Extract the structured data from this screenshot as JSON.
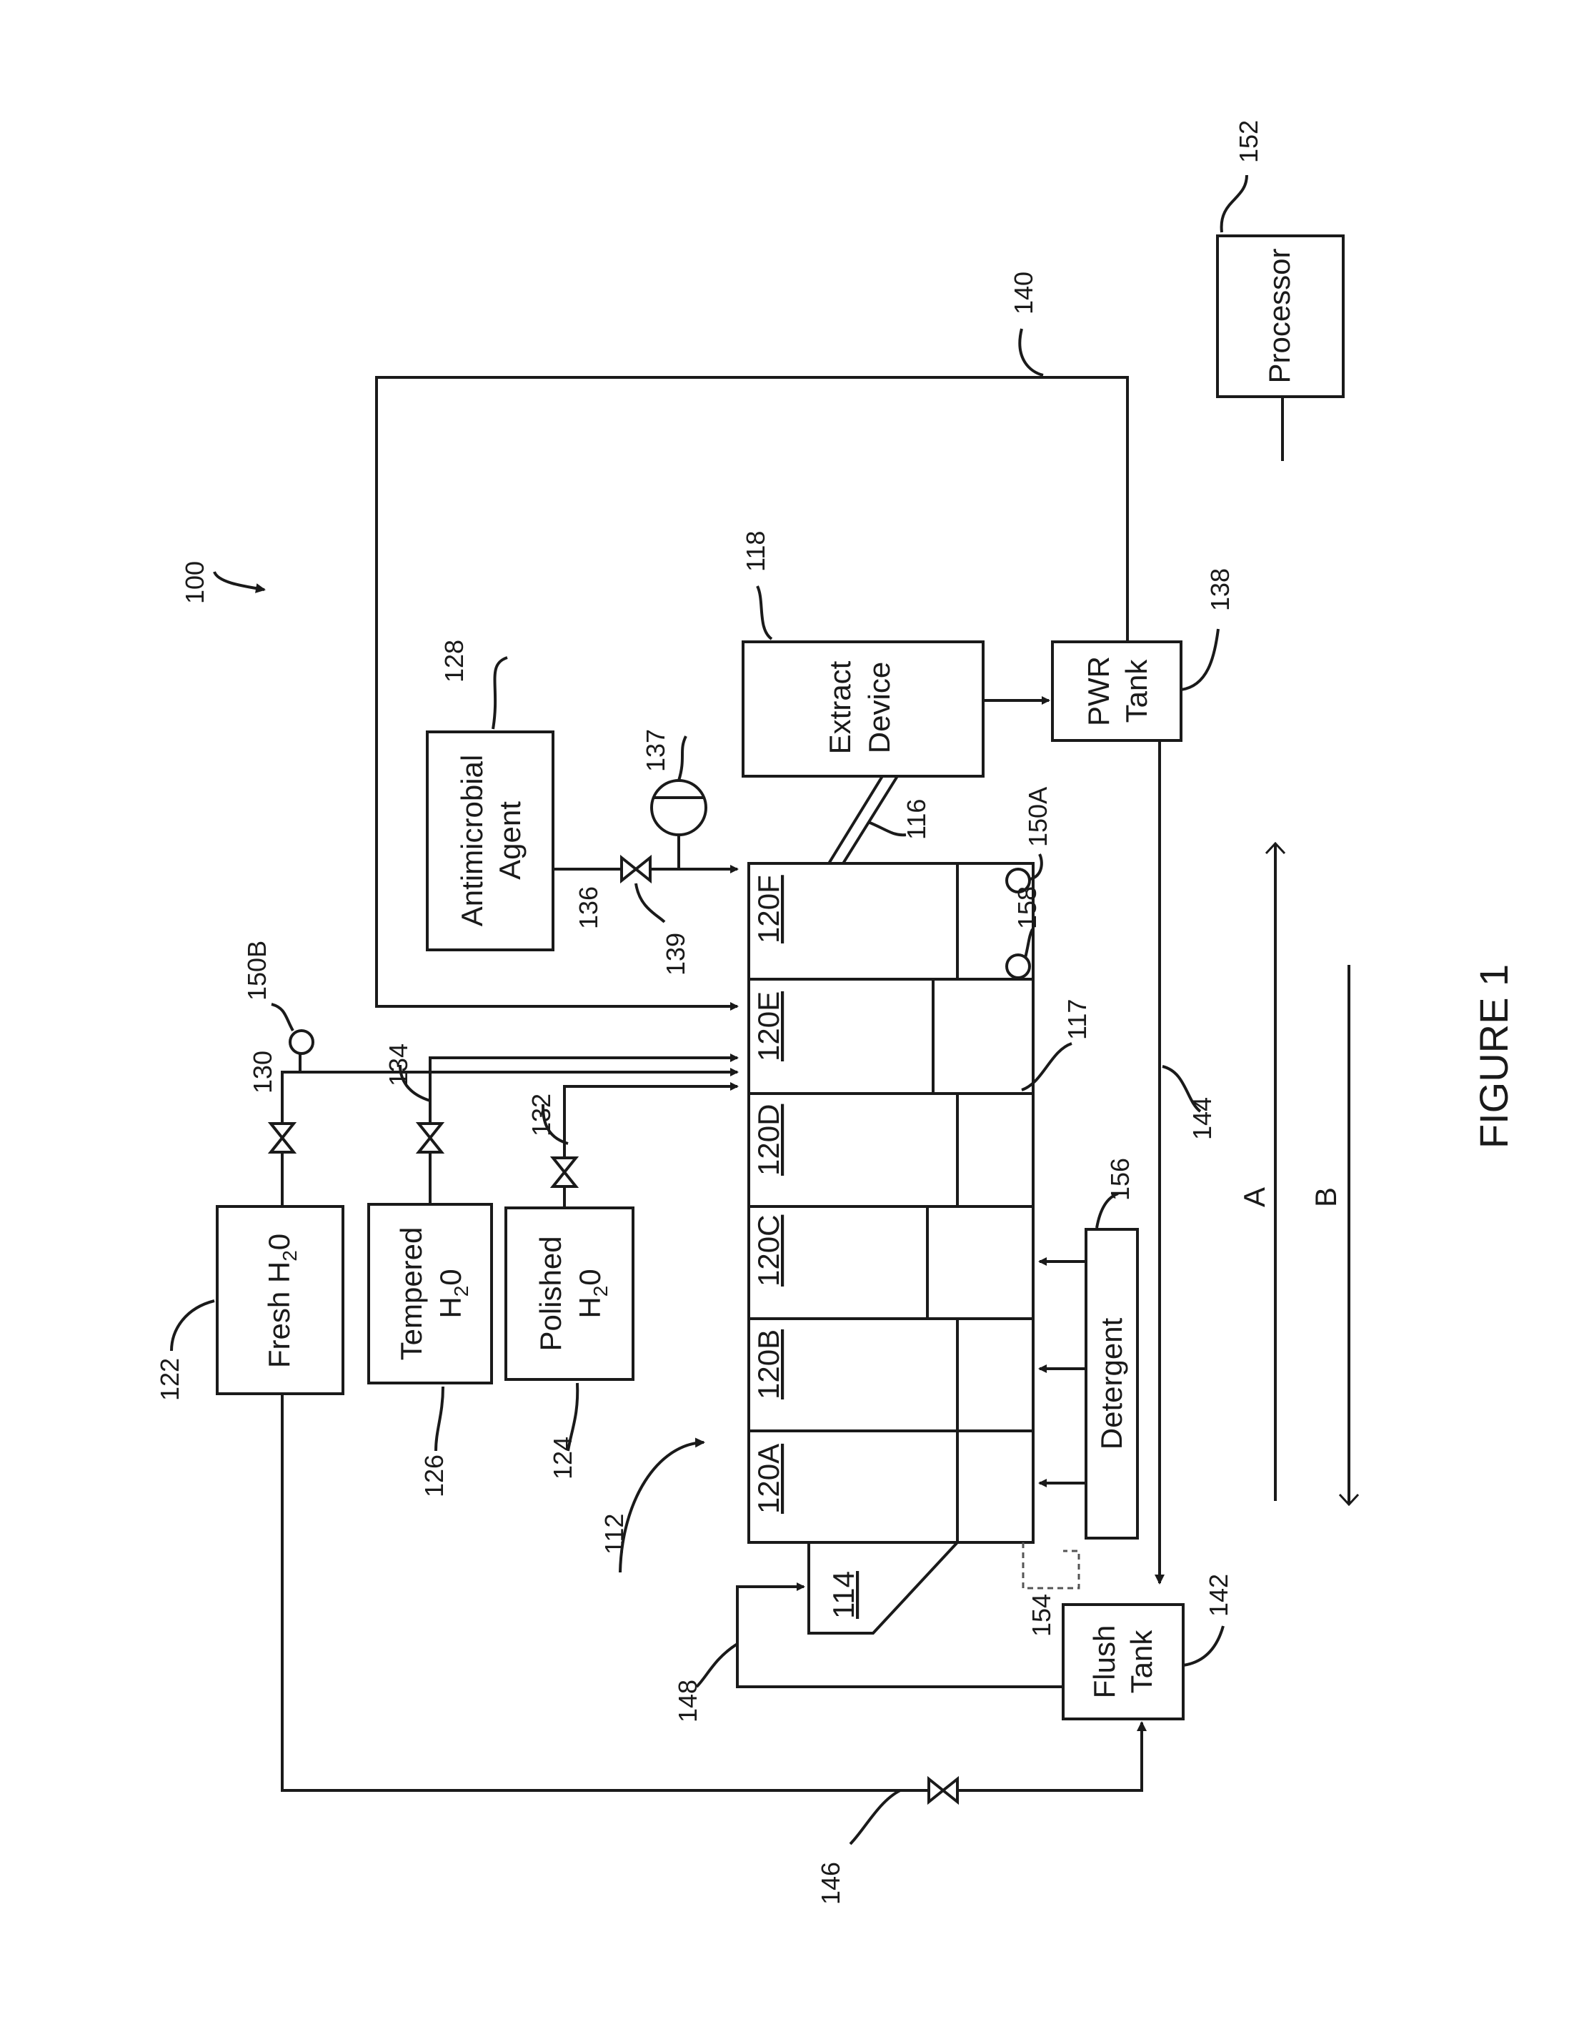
{
  "figure_number": "100",
  "figure_title": "FIGURE 1",
  "processor": {
    "ref": "152",
    "label": "Processor"
  },
  "antimicrobial": {
    "ref": "128",
    "line1": "Antimicrobial",
    "line2": "Agent"
  },
  "extract_device": {
    "ref": "118",
    "line1": "Extract",
    "line2": "Device"
  },
  "pwr_tank": {
    "ref": "138",
    "line1": "PWR",
    "line2": "Tank"
  },
  "flush_tank": {
    "ref": "142",
    "line1": "Flush",
    "line2": "Tank"
  },
  "fresh_water": {
    "ref": "122",
    "label": "Fresh H",
    "sub": "2",
    "tail": "0"
  },
  "tempered_water": {
    "ref": "126",
    "line1": "Tempered",
    "line2": "H",
    "sub": "2",
    "tail": "0"
  },
  "polished_water": {
    "ref": "124",
    "line1": "Polished",
    "line2": "H",
    "sub": "2",
    "tail": "0"
  },
  "detergent": {
    "ref": "156",
    "label": "Detergent"
  },
  "tank_assembly_ref": "112",
  "sump_ref": "114",
  "conduit_ref": "116",
  "partition_ref": "117",
  "sensor_refs": {
    "s150a": "150A",
    "s150b": "150B",
    "s158": "158",
    "s137": "137",
    "s154": "154"
  },
  "compartments": [
    "120A",
    "120B",
    "120C",
    "120D",
    "120E",
    "120F"
  ],
  "line_refs": {
    "l130": "130",
    "l132": "132",
    "l134": "134",
    "l136": "136",
    "l139": "139",
    "l140": "140",
    "l144": "144",
    "l146": "146",
    "l148": "148"
  },
  "directions": {
    "a": "A",
    "b": "B"
  }
}
